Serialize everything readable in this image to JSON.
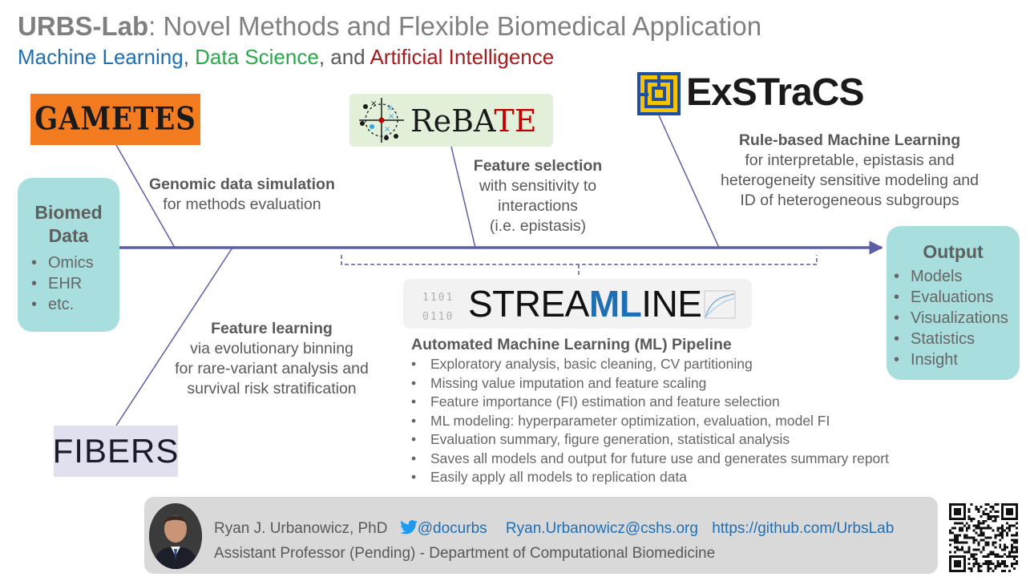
{
  "header": {
    "title_brand": "URBS-Lab",
    "title_rest": ": Novel Methods and Flexible Biomedical Application",
    "sub_ml": "Machine Learning",
    "sub_sep1": ", ",
    "sub_ds": "Data Science",
    "sub_sep2": ", and ",
    "sub_ai": "Artificial Intelligence"
  },
  "logos": {
    "gametes": "GAMETES",
    "rebate_main": "ReBA",
    "rebate_accent": "TE",
    "exstracs": "ExSTraCS",
    "streamline_a": "STREA",
    "streamline_ml": "ML",
    "streamline_b": "INE",
    "streamline_bits_1": "1101",
    "streamline_bits_2": "0110",
    "fibers": "FIBERS"
  },
  "input_box": {
    "title_1": "Biomed",
    "title_2": "Data",
    "items": [
      "Omics",
      "EHR",
      "etc."
    ]
  },
  "output_box": {
    "title": "Output",
    "items": [
      "Models",
      "Evaluations",
      "Visualizations",
      "Statistics",
      "Insight"
    ]
  },
  "callouts": {
    "gametes_bold": "Genomic data simulation",
    "gametes_text": "for methods evaluation",
    "rebate_bold": "Feature selection",
    "rebate_l1": "with sensitivity to",
    "rebate_l2": "interactions",
    "rebate_l3": "(i.e. epistasis)",
    "exstracs_bold": "Rule-based Machine Learning",
    "exstracs_l1": "for interpretable, epistasis and",
    "exstracs_l2": "heterogeneity sensitive modeling and",
    "exstracs_l3": "ID of heterogeneous subgroups",
    "fibers_bold": "Feature learning",
    "fibers_l1": "via evolutionary binning",
    "fibers_l2": "for rare-variant analysis and",
    "fibers_l3": "survival risk stratification"
  },
  "pipeline": {
    "title": "Automated Machine Learning (ML) Pipeline",
    "items": [
      "Exploratory analysis, basic cleaning, CV partitioning",
      "Missing value imputation and feature scaling",
      "Feature importance (FI) estimation and feature selection",
      "ML modeling: hyperparameter optimization, evaluation, model FI",
      "Evaluation summary, figure generation, statistical analysis",
      "Saves all models and output for future use and generates summary report",
      "Easily apply all models to replication data"
    ]
  },
  "footer": {
    "name": "Ryan J. Urbanowicz, PhD",
    "twitter": "@docurbs",
    "email": "Ryan.Urbanowicz@cshs.org",
    "github": "https://github.com/UrbsLab",
    "position": "Assistant Professor (Pending) - Department of Computational Biomedicine"
  },
  "colors": {
    "box_fill": "#a8dedd",
    "arrow": "#5b5ea6",
    "ml_blue": "#1f6fb5",
    "ds_green": "#2aa84a",
    "ai_red": "#a61c1c",
    "gametes_orange": "#f47c20",
    "twitter_blue": "#1d9bf0"
  }
}
